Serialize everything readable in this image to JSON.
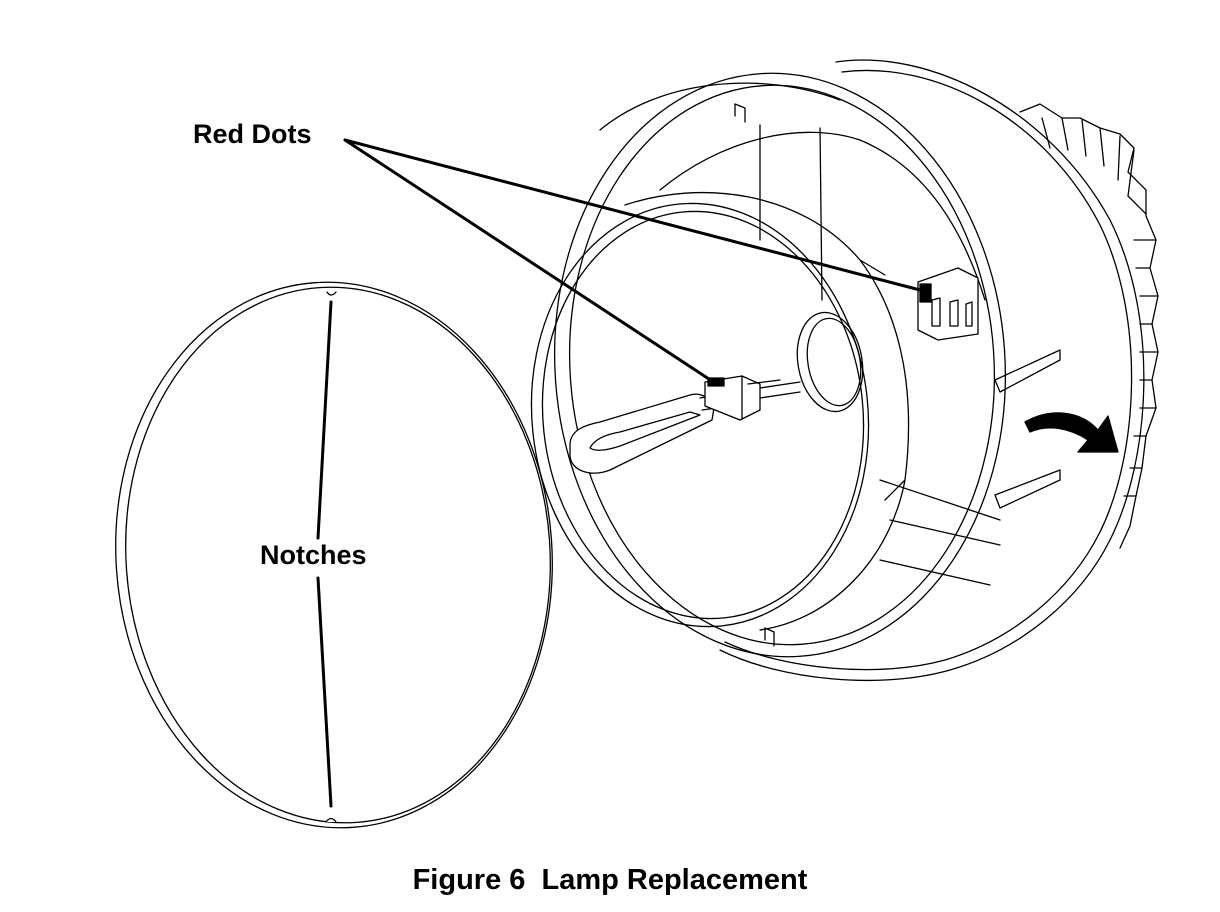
{
  "labels": {
    "red_dots": "Red Dots",
    "notches": "Notches"
  },
  "caption": "Figure 6  Lamp Replacement",
  "colors": {
    "line": "#000000",
    "background": "#ffffff",
    "red_dot_marker": "#000000"
  },
  "icons": {
    "rotation_arrow": "curved-arrow-icon"
  }
}
